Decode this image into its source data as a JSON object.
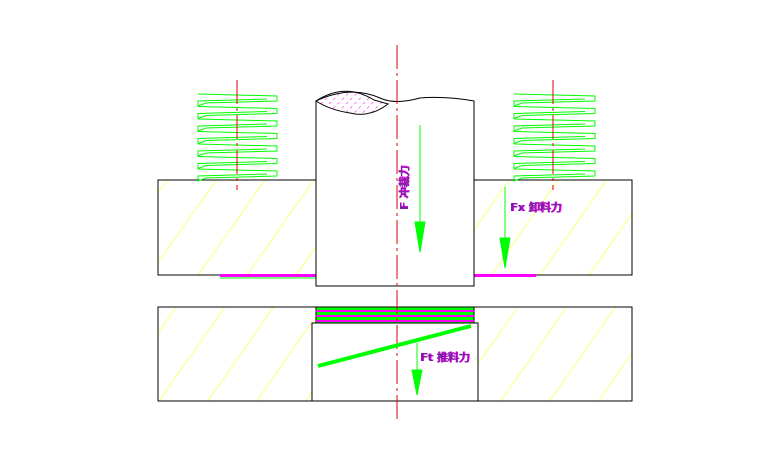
{
  "labels": {
    "punching_force": "F 冲裁力",
    "stripping_force": "Fx 卸料力",
    "pushing_force": "Ft 推料力"
  },
  "colors": {
    "outline": "#000000",
    "spring": "#00ff00",
    "hatch": "#ffff00",
    "centerline": "#dd0000",
    "material": "#ff00ff",
    "arrow": "#00ff00"
  }
}
